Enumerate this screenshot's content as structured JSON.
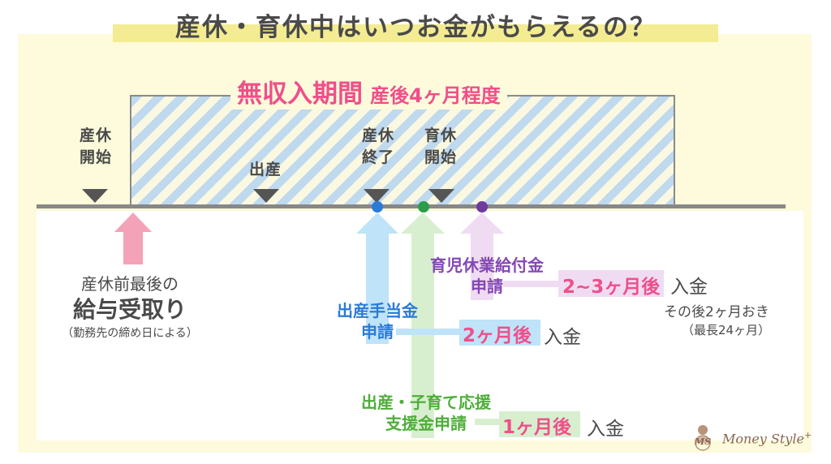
{
  "title": "産休・育休中はいつお金がもらえるの？",
  "no_income": {
    "main": "無収入期間",
    "sub": "産後4ヶ月程度"
  },
  "markers": {
    "maternity_start": "産休\n開始",
    "birth": "出産",
    "maternity_end": "産休\n終了",
    "childcare_start": "育休\n開始"
  },
  "last_salary": {
    "line1": "産休前最後の",
    "line2": "給与受取り",
    "line3": "（勤務先の締め日による）"
  },
  "childbirth_allowance": {
    "name": "出産手当金\n申請",
    "timing": "2ヶ月後",
    "deposit": "入金"
  },
  "childcare_benefit": {
    "name": "育児休業給付金\n申請",
    "timing": "2~3ヶ月後",
    "deposit": "入金",
    "note1": "その後2ヶ月おき",
    "note2": "（最長24ヶ月）"
  },
  "support_grant": {
    "name": "出産・子育て応援\n支援金申請",
    "timing": "1ヶ月後",
    "deposit": "入金"
  },
  "brand": {
    "logo_text": "MS",
    "name": "Money Style",
    "suffix": "+"
  },
  "colors": {
    "pink": "#ef4f8a",
    "blue": "#2a7bd8",
    "green": "#4fae3a",
    "purple": "#8447b4"
  }
}
